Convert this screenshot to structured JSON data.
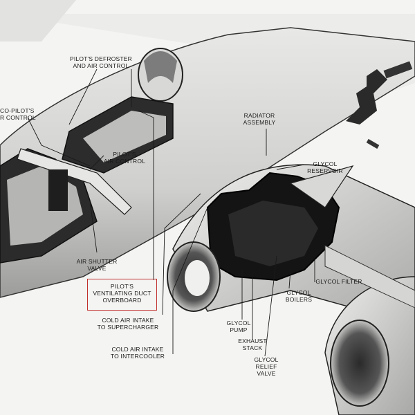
{
  "labels": {
    "defroster": "PILOT'S DEFROSTER\nAND AIR CONTROL",
    "copilot": "CO-PILOT'S\nR CONTROL",
    "pilot_air": "PILOT'S\nAIR CONTROL",
    "radiator": "RADIATOR\nASSEMBLY",
    "glycol_reservoir": "GLYCOL\nRESERVOIR",
    "air_shutter": "AIR SHUTTER\nVALVE",
    "vent_duct": "PILOT'S\nVENTILATING DUCT\nOVERBOARD",
    "cold_super": "COLD AIR INTAKE\nTO SUPERCHARGER",
    "cold_inter": "COLD AIR INTAKE\nTO INTERCOOLER",
    "glycol_pump": "GLYCOL\nPUMP",
    "exhaust": "EXHAUST\nSTACK",
    "relief": "GLYCOL\nRELIEF\nVALVE",
    "boilers": "GLYCOL\nBOILERS",
    "filter": "GLYCOL FILTER"
  },
  "colors": {
    "highlight": "#c0312e",
    "line": "#1a1a1a",
    "paper": "#f4f4f2"
  }
}
